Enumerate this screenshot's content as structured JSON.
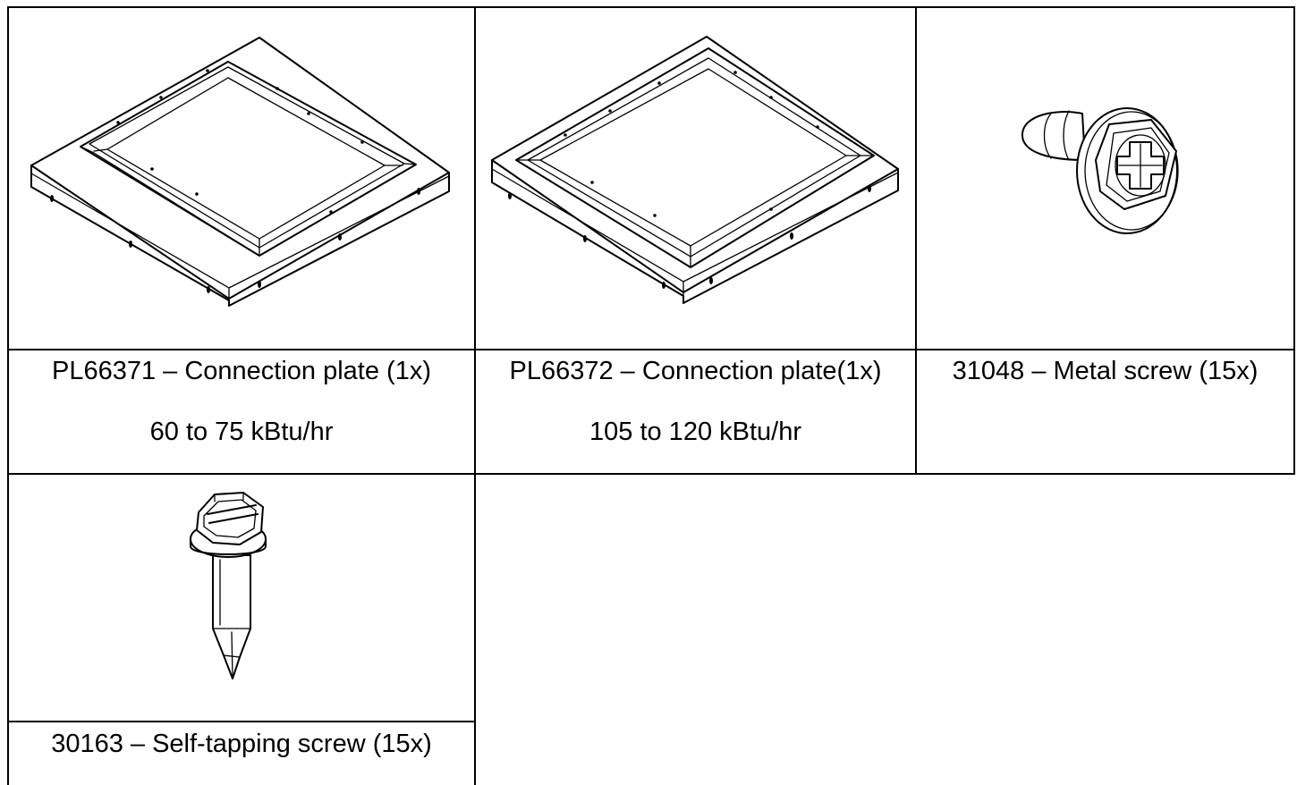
{
  "parts": [
    {
      "id": "pl66371",
      "icon": "connection-plate-small-icon",
      "label": "PL66371 – Connection plate (1x)",
      "sublabel": "60 to 75 kBtu/hr"
    },
    {
      "id": "pl66372",
      "icon": "connection-plate-large-icon",
      "label": "PL66372 – Connection plate(1x)",
      "sublabel": "105 to 120 kBtu/hr"
    },
    {
      "id": "31048",
      "icon": "metal-screw-icon",
      "label": "31048 – Metal screw (15x)"
    },
    {
      "id": "30163",
      "icon": "self-tapping-screw-icon",
      "label": "30163 – Self-tapping screw (15x)"
    }
  ]
}
